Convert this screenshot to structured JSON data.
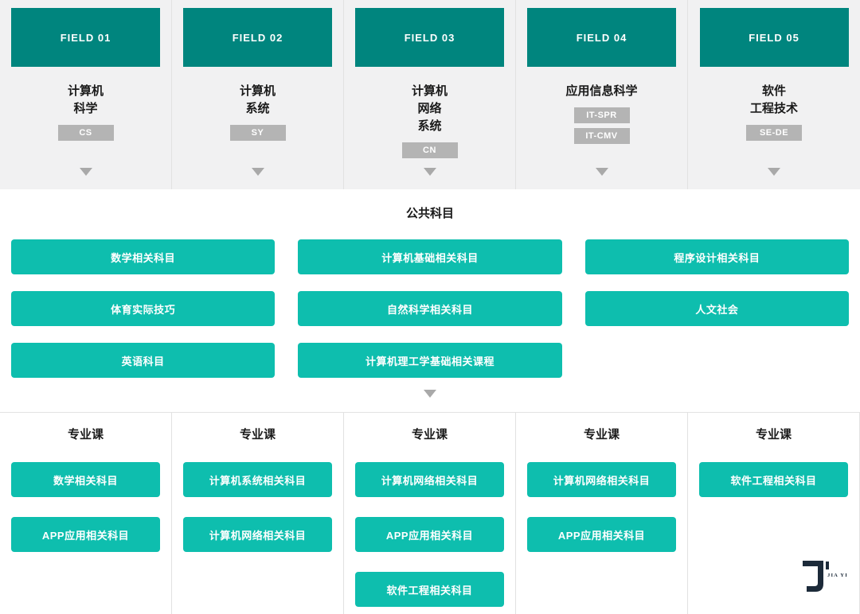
{
  "colors": {
    "header_teal": "#00857E",
    "button_teal": "#0EBEAE",
    "badge_gray": "#B4B4B4",
    "arrow_gray": "#A9A9A9",
    "top_bg": "#F1F1F2",
    "divider": "#E2E2E2",
    "logo_navy": "#1C2A39",
    "text_dark": "#1A1A1A"
  },
  "fields": [
    {
      "id": "FIELD 01",
      "title_lines": [
        "计算机",
        "科学"
      ],
      "badges": [
        "CS"
      ]
    },
    {
      "id": "FIELD 02",
      "title_lines": [
        "计算机",
        "系统"
      ],
      "badges": [
        "SY"
      ]
    },
    {
      "id": "FIELD 03",
      "title_lines": [
        "计算机",
        "网络",
        "系统"
      ],
      "badges": [
        "CN"
      ]
    },
    {
      "id": "FIELD 04",
      "title_lines": [
        "应用信息科学"
      ],
      "badges": [
        "IT-SPR",
        "IT-CMV"
      ]
    },
    {
      "id": "FIELD 05",
      "title_lines": [
        "软件",
        "工程技术"
      ],
      "badges": [
        "SE-DE"
      ]
    }
  ],
  "common_section": {
    "title": "公共科目",
    "buttons": [
      [
        "数学相关科目",
        "计算机基础相关科目",
        "程序设计相关科目"
      ],
      [
        "体育实际技巧",
        "自然科学相关科目",
        "人文社会"
      ],
      [
        "英语科目",
        "计算机理工学基础相关课程",
        ""
      ]
    ]
  },
  "major_section": {
    "title": "专业课",
    "columns": [
      [
        "数学相关科目",
        "APP应用相关科目"
      ],
      [
        "计算机系统相关科目",
        "计算机网络相关科目"
      ],
      [
        "计算机网络相关科目",
        "APP应用相关科目",
        "软件工程相关科目"
      ],
      [
        "计算机网络相关科目",
        "APP应用相关科目"
      ],
      [
        "软件工程相关科目"
      ]
    ]
  },
  "logo": {
    "text": "JIA YI"
  }
}
